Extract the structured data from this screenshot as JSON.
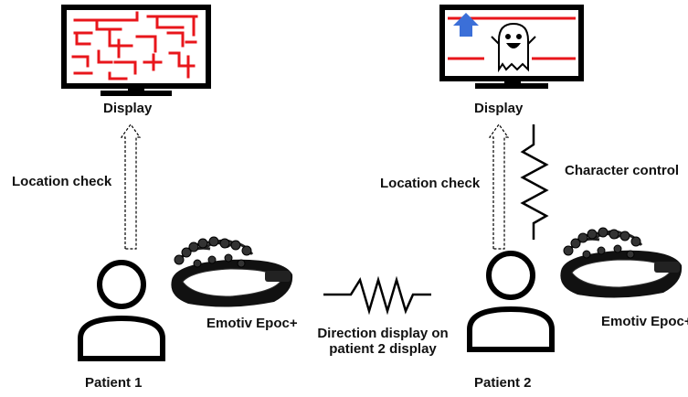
{
  "left": {
    "display_label": "Display",
    "check_label": "Location check",
    "device_label": "Emotiv  Epoc+",
    "patient_label": "Patient 1"
  },
  "right": {
    "display_label": "Display",
    "check_label": "Location check",
    "control_label": "Character control",
    "device_label": "Emotiv  Epoc+",
    "patient_label": "Patient 2"
  },
  "middle": {
    "link_label_line1": "Direction display on",
    "link_label_line2": "patient 2 display"
  },
  "colors": {
    "maze": "#e8161b",
    "arrow": "#3b6fd8",
    "outline": "#000000"
  }
}
